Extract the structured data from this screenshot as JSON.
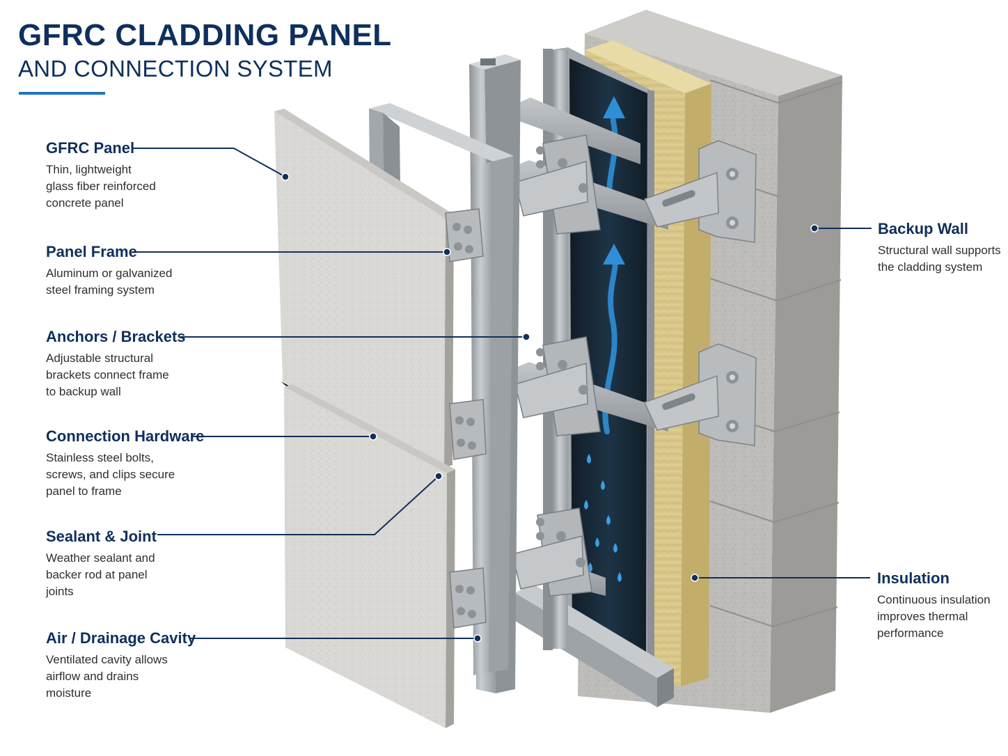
{
  "title": {
    "main": "GFRC CLADDING PANEL",
    "sub": "AND CONNECTION SYSTEM"
  },
  "labels": {
    "gfrc_panel": {
      "title": "GFRC Panel",
      "lines": [
        "Thin, lightweight",
        "glass fiber reinforced",
        "concrete panel"
      ]
    },
    "panel_frame": {
      "title": "Panel Frame",
      "lines": [
        "Aluminum or galvanized",
        "steel framing system"
      ]
    },
    "anchors_brackets": {
      "title": "Anchors / Brackets",
      "lines": [
        "Adjustable structural",
        "brackets connect frame",
        "to backup wall"
      ]
    },
    "connection_hardware": {
      "title": "Connection Hardware",
      "lines": [
        "Stainless steel bolts,",
        "screws, and clips secure",
        "panel to frame"
      ]
    },
    "sealant_joint": {
      "title": "Sealant & Joint",
      "lines": [
        "Weather sealant and",
        "backer rod at panel",
        "joints"
      ]
    },
    "air_drainage_cavity": {
      "title": "Air / Drainage Cavity",
      "lines": [
        "Ventilated cavity allows",
        "airflow and drains",
        "moisture"
      ]
    },
    "backup_wall": {
      "title": "Backup Wall",
      "lines": [
        "Structural wall supports",
        "the cladding system"
      ]
    },
    "insulation": {
      "title": "Insulation",
      "lines": [
        "Continuous insulation",
        "improves thermal",
        "performance"
      ]
    }
  },
  "colors": {
    "navy": "#0f2f5c",
    "accent_blue": "#1f74c4",
    "concrete": "#b9b9b7",
    "steel": "#aeb3b7",
    "insulation": "#d8c586",
    "cavity": "#15232f",
    "airflow": "#2f8fd6"
  }
}
